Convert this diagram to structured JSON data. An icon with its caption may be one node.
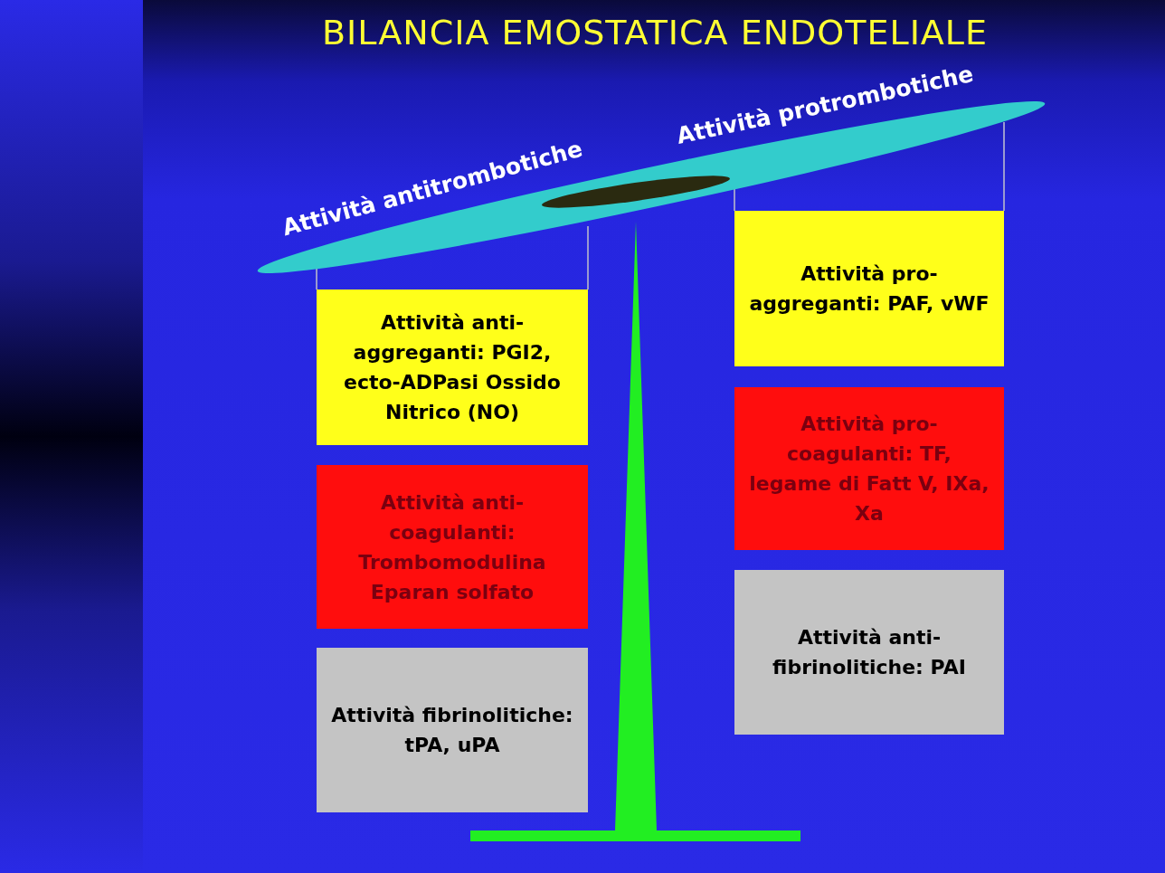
{
  "diagram": {
    "title": "BILANCIA EMOSTATICA ENDOTELIALE",
    "nodes": [
      {
        "text": [
          "Attività anti-aggreganti: PGI2, ecto-ADPasi Ossido Nitrico (NO)"
        ]
      },
      {
        "text": [
          "Attività anti-coagulanti: Trombomodulina Eparan solfato"
        ]
      },
      {
        "text": [
          "Attività fibrinolitiche: tPA, uPA"
        ]
      },
      {
        "text": [
          "Attività pro-aggreganti: PAF, vWF"
        ]
      },
      {
        "text": [
          "Attività pro-coagulanti: TF, legame di Fatt V, IXa, Xa"
        ]
      },
      {
        "text": [
          "Attività anti-fibrinolitiche: PAI"
        ]
      }
    ],
    "labels": [
      "Attività antitrombotiche",
      "Attività protrombotiche"
    ]
  }
}
